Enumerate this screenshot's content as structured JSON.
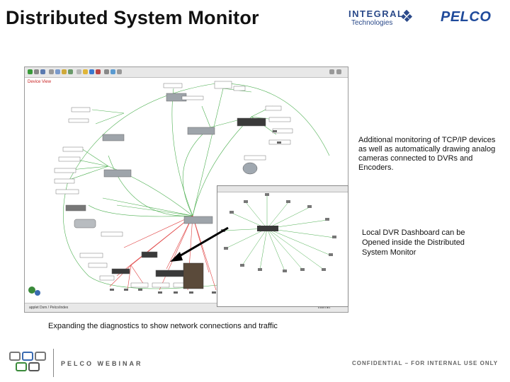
{
  "slide": {
    "title": "Distributed System Monitor",
    "caption": "Expanding the diagnostics to show network connections and traffic",
    "note_monitoring": "Additional monitoring of TCP/IP devices as well as automatically drawing analog cameras connected to DVRs and Encoders.",
    "note_dashboard": "Local DVR Dashboard can be Opened inside the Distributed System Monitor"
  },
  "logos": {
    "integral_line1": "INTEGRAL",
    "integral_line2": "Technologies",
    "pelco": "PELCO"
  },
  "main_window": {
    "view_label": "Device View",
    "status_left": "applet Dsm / Pelco/index",
    "status_right": "Internet"
  },
  "footer": {
    "webinar": "PELCO WEBINAR",
    "confidential": "CONFIDENTIAL – FOR INTERNAL USE ONLY"
  },
  "colors": {
    "pelco_blue": "#1f4a9b",
    "integral_blue": "#2b4a8a",
    "link_green": "#4caf50",
    "link_red": "#e04040"
  }
}
